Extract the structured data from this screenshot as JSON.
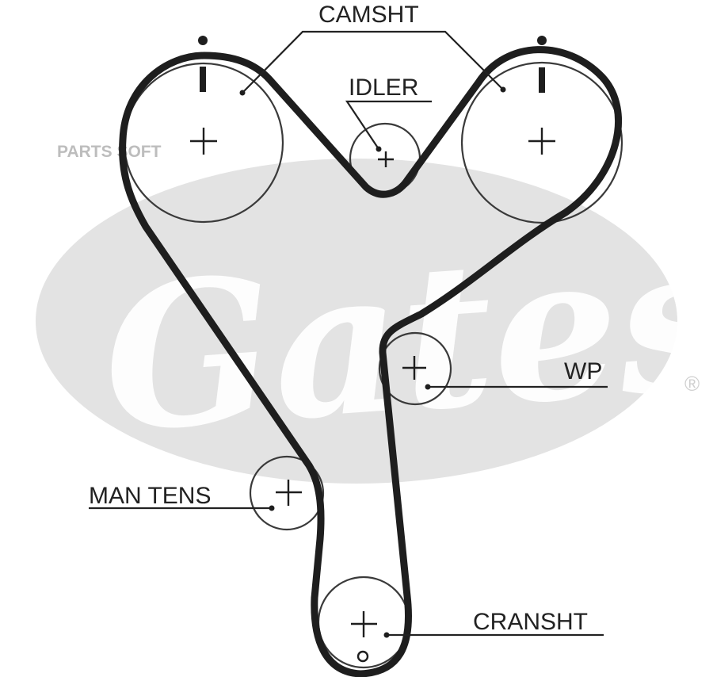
{
  "labels": {
    "camshaft": "CAMSHT",
    "idler": "IDLER",
    "water_pump": "WP",
    "manual_tensioner": "MAN TENS",
    "crankshaft": "CRANSHT"
  },
  "watermark": "PARTS SOFT",
  "brand_logo": "Gates",
  "registered_mark": "®",
  "colors": {
    "belt": "#1e1e1e",
    "logo_ellipse": "#e3e3e3",
    "watermark_text": "#bdbdbd"
  }
}
